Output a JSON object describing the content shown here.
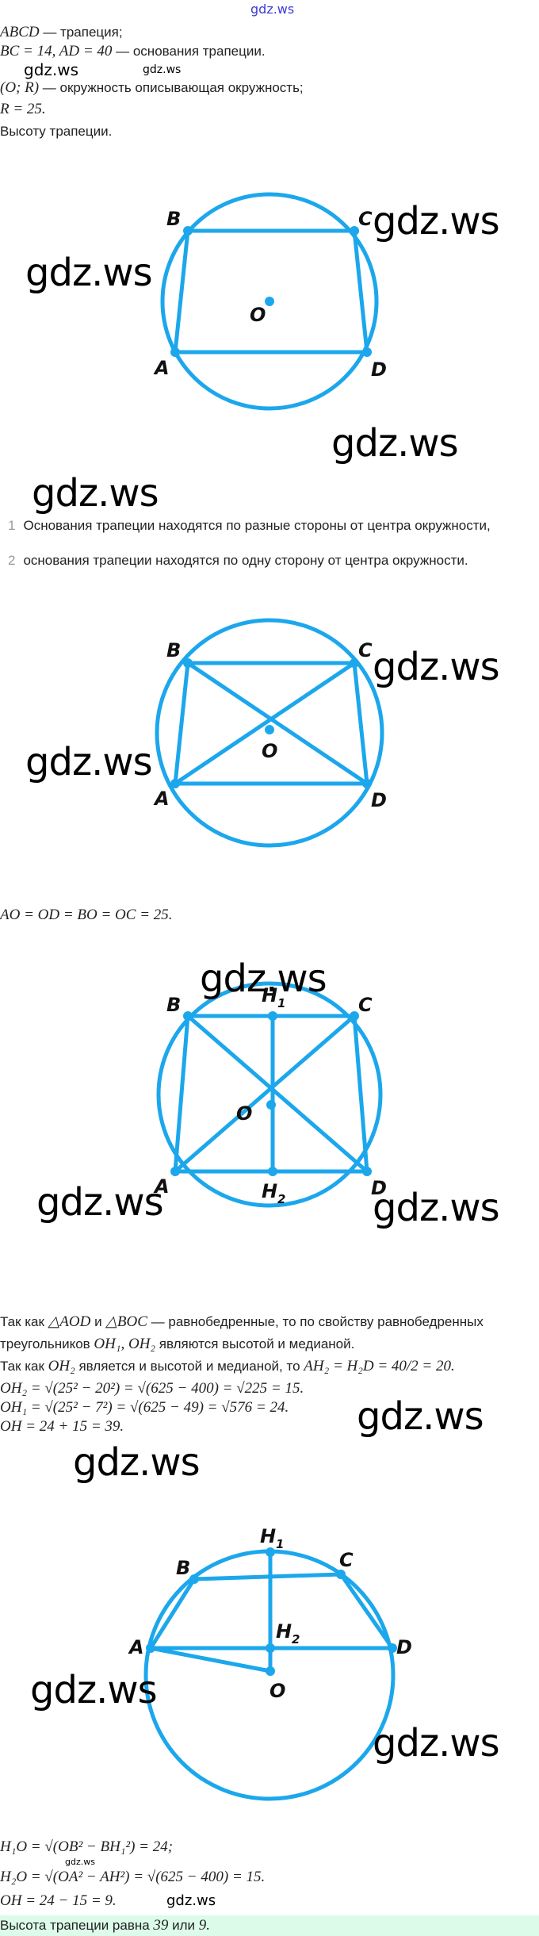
{
  "watermark": "gdz.ws",
  "given": {
    "l1_math": "ABCD",
    "l1_text": " — трапеция;",
    "l2_math": "BC = 14, AD = 40",
    "l2_text": " — основания трапеции.",
    "l3_math": "(O; R)",
    "l3_text": " — окружность описывающая окружность;",
    "l4_math": "R = 25."
  },
  "find": "Высоту трапеции.",
  "cases": [
    {
      "num": "1",
      "text": "Основания трапеции находятся по разные стороны от центра окружности,"
    },
    {
      "num": "2",
      "text": "основания трапеции находятся по одну сторону от центра окружности."
    }
  ],
  "eq_radii": "AO = OD = BO = OC = 25.",
  "solution1": {
    "l1a": "Так как ",
    "l1b": "△AOD",
    "l1c": " и ",
    "l1d": "△BOC",
    "l1e": " — равнобедренные, то по свойству равнобедренных",
    "l2a": "треугольников ",
    "l2b": "OH₁, OH₂",
    "l2c": " являются высотой и медианой.",
    "l3a": "Так как ",
    "l3b": "OH₂",
    "l3c": " является и высотой и медианой, то ",
    "l3d": "AH₂ = H₂D = 40/2 = 20.",
    "l4": "OH₂ = √(25² − 20²) = √(625 − 400) = √225 = 15.",
    "l5": "OH₁ = √(25² − 7²) = √(625 − 49) = √576 = 24.",
    "l6": "OH = 24 + 15 = 39."
  },
  "solution2": {
    "l1": "H₁O = √(OB² − BH₁²) = 24;",
    "l2": "H₂O = √(OA² − AH²) = √(625 − 400) = 15.",
    "l3": "OH = 24 − 15 = 9."
  },
  "answer": {
    "a": "Высота трапеции равна ",
    "b": "39",
    "c": " или ",
    "d": "9."
  },
  "labels": {
    "A": "A",
    "B": "B",
    "C": "C",
    "D": "D",
    "O": "O",
    "H1": "H",
    "H2": "H",
    "sub1": "1",
    "sub2": "2"
  },
  "colors": {
    "figure": "#1ca7ec",
    "answer_bg": "#dcfbe8"
  }
}
